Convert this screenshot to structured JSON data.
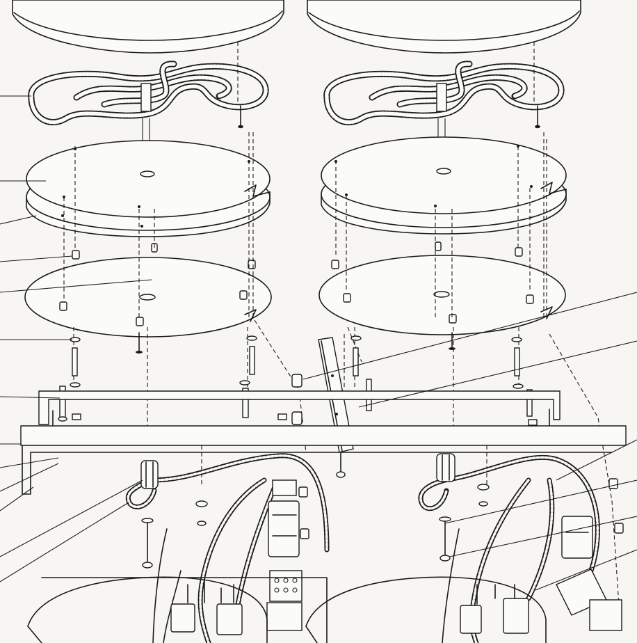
{
  "diagram": {
    "kind": "exploded-assembly",
    "assemblies": [
      "left",
      "right"
    ]
  }
}
